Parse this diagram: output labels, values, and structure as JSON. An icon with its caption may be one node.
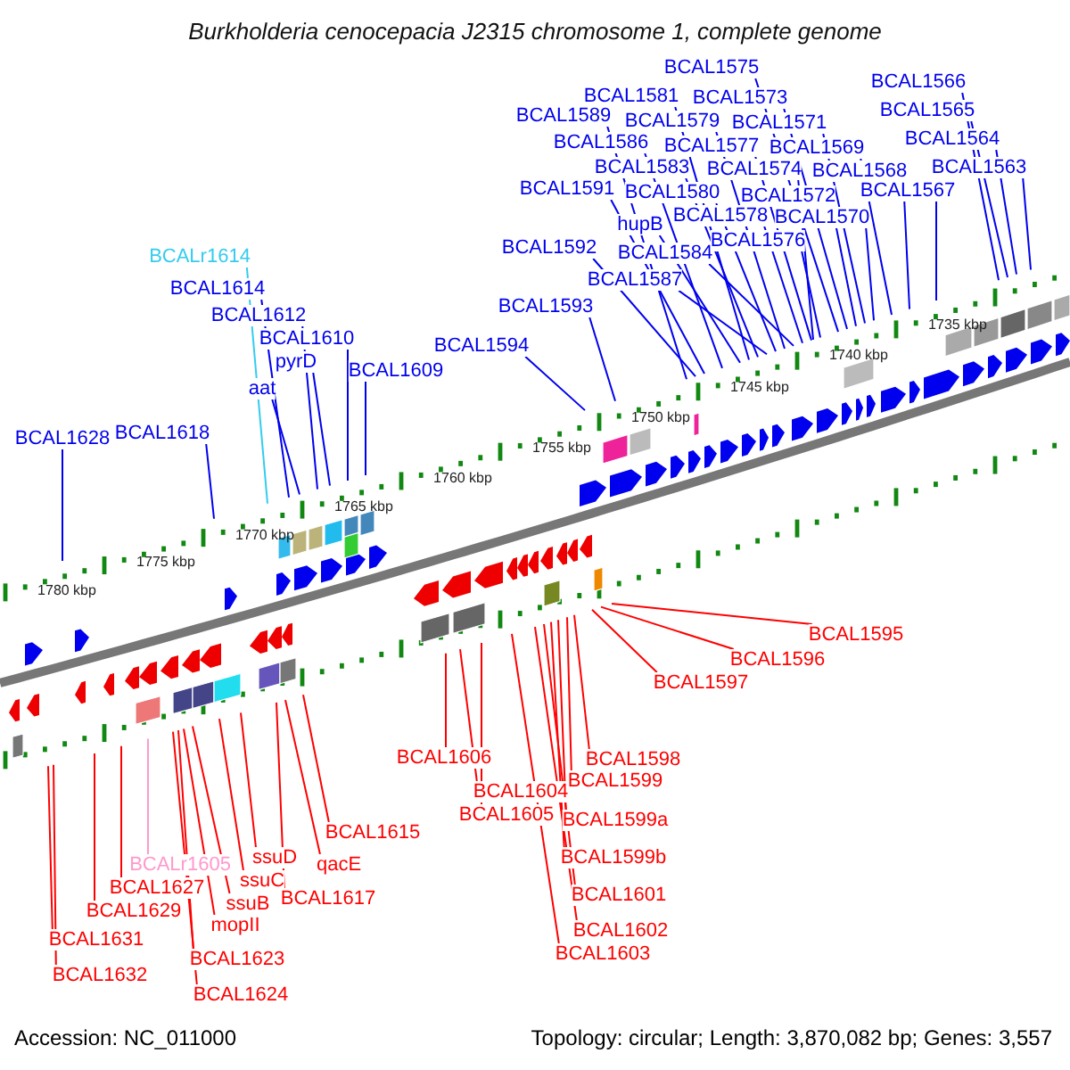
{
  "diagram": {
    "title": "Burkholderia cenocepacia J2315 chromosome 1, complete genome",
    "nodes": [
      {
        "text": [
          "BCAL1575"
        ]
      },
      {
        "text": [
          "BCAL1566"
        ]
      },
      {
        "text": [
          "BCAL1581"
        ]
      },
      {
        "text": [
          "BCAL1573"
        ]
      },
      {
        "text": [
          "BCAL1589"
        ]
      },
      {
        "text": [
          "BCAL1579"
        ]
      },
      {
        "text": [
          "BCAL1571"
        ]
      },
      {
        "text": [
          "BCAL1565"
        ]
      },
      {
        "text": [
          "BCAL1586"
        ]
      },
      {
        "text": [
          "BCAL1577"
        ]
      },
      {
        "text": [
          "BCAL1569"
        ]
      },
      {
        "text": [
          "BCAL1564"
        ]
      },
      {
        "text": [
          "BCAL1583"
        ]
      },
      {
        "text": [
          "BCAL1574"
        ]
      },
      {
        "text": [
          "BCAL1568"
        ]
      },
      {
        "text": [
          "BCAL1563"
        ]
      },
      {
        "text": [
          "BCAL1591"
        ]
      },
      {
        "text": [
          "BCAL1580"
        ]
      },
      {
        "text": [
          "BCAL1572"
        ]
      },
      {
        "text": [
          "BCAL1567"
        ]
      },
      {
        "text": [
          "hupB"
        ]
      },
      {
        "text": [
          "BCAL1578"
        ]
      },
      {
        "text": [
          "BCAL1570"
        ]
      },
      {
        "text": [
          "BCAL1592"
        ]
      },
      {
        "text": [
          "BCAL1584"
        ]
      },
      {
        "text": [
          "BCAL1576"
        ]
      },
      {
        "text": [
          "BCAL1587"
        ]
      },
      {
        "text": [
          "BCAL1593"
        ]
      },
      {
        "text": [
          "BCAL1594"
        ]
      },
      {
        "text": [
          "BCALr1614"
        ]
      },
      {
        "text": [
          "BCAL1614"
        ]
      },
      {
        "text": [
          "BCAL1612"
        ]
      },
      {
        "text": [
          "BCAL1610"
        ]
      },
      {
        "text": [
          "pyrD"
        ]
      },
      {
        "text": [
          "BCAL1609"
        ]
      },
      {
        "text": [
          "aat"
        ]
      },
      {
        "text": [
          "BCAL1628"
        ]
      },
      {
        "text": [
          "BCAL1618"
        ]
      },
      {
        "text": [
          "BCAL1595"
        ]
      },
      {
        "text": [
          "BCAL1596"
        ]
      },
      {
        "text": [
          "BCAL1597"
        ]
      },
      {
        "text": [
          "BCAL1606"
        ]
      },
      {
        "text": [
          "BCAL1598"
        ]
      },
      {
        "text": [
          "BCAL1599"
        ]
      },
      {
        "text": [
          "BCAL1604"
        ]
      },
      {
        "text": [
          "BCAL1605"
        ]
      },
      {
        "text": [
          "BCAL1599a"
        ]
      },
      {
        "text": [
          "BCAL1615"
        ]
      },
      {
        "text": [
          "BCAL1599b"
        ]
      },
      {
        "text": [
          "ssuD"
        ]
      },
      {
        "text": [
          "qacE"
        ]
      },
      {
        "text": [
          "BCALr1605"
        ]
      },
      {
        "text": [
          "BCAL1627"
        ]
      },
      {
        "text": [
          "ssuC"
        ]
      },
      {
        "text": [
          "BCAL1601"
        ]
      },
      {
        "text": [
          "BCAL1617"
        ]
      },
      {
        "text": [
          "BCAL1629"
        ]
      },
      {
        "text": [
          "ssuB"
        ]
      },
      {
        "text": [
          "mopII"
        ]
      },
      {
        "text": [
          "BCAL1602"
        ]
      },
      {
        "text": [
          "BCAL1631"
        ]
      },
      {
        "text": [
          "BCAL1603"
        ]
      },
      {
        "text": [
          "BCAL1623"
        ]
      },
      {
        "text": [
          "BCAL1632"
        ]
      },
      {
        "text": [
          "BCAL1624"
        ]
      }
    ],
    "edges": [
      {
        "from": 0,
        "to": null,
        "arrow": "none"
      },
      {
        "from": 1,
        "to": null,
        "arrow": "none"
      },
      {
        "from": 2,
        "to": null,
        "arrow": "none"
      },
      {
        "from": 3,
        "to": null,
        "arrow": "none"
      },
      {
        "from": 4,
        "to": null,
        "arrow": "none"
      },
      {
        "from": 5,
        "to": null,
        "arrow": "none"
      },
      {
        "from": 6,
        "to": null,
        "arrow": "none"
      },
      {
        "from": 7,
        "to": null,
        "arrow": "none"
      },
      {
        "from": 8,
        "to": null,
        "arrow": "none"
      },
      {
        "from": 9,
        "to": null,
        "arrow": "none"
      },
      {
        "from": 10,
        "to": null,
        "arrow": "none"
      },
      {
        "from": 11,
        "to": null,
        "arrow": "none"
      },
      {
        "from": 12,
        "to": null,
        "arrow": "none"
      },
      {
        "from": 13,
        "to": null,
        "arrow": "none"
      },
      {
        "from": 14,
        "to": null,
        "arrow": "none"
      },
      {
        "from": 15,
        "to": null,
        "arrow": "none"
      },
      {
        "from": 16,
        "to": null,
        "arrow": "none"
      },
      {
        "from": 17,
        "to": null,
        "arrow": "none"
      },
      {
        "from": 18,
        "to": null,
        "arrow": "none"
      },
      {
        "from": 19,
        "to": null,
        "arrow": "none"
      },
      {
        "from": 20,
        "to": null,
        "arrow": "none"
      },
      {
        "from": 21,
        "to": null,
        "arrow": "none"
      },
      {
        "from": 22,
        "to": null,
        "arrow": "none"
      },
      {
        "from": 23,
        "to": null,
        "arrow": "none"
      },
      {
        "from": 24,
        "to": null,
        "arrow": "none"
      },
      {
        "from": 25,
        "to": null,
        "arrow": "none"
      },
      {
        "from": 26,
        "to": null,
        "arrow": "none"
      },
      {
        "from": 27,
        "to": null,
        "arrow": "none"
      },
      {
        "from": 28,
        "to": null,
        "arrow": "none"
      },
      {
        "from": 29,
        "to": null,
        "arrow": "none",
        "color": "#33ccee"
      },
      {
        "from": 30,
        "to": null,
        "arrow": "none"
      },
      {
        "from": 31,
        "to": null,
        "arrow": "none"
      },
      {
        "from": 32,
        "to": null,
        "arrow": "none"
      },
      {
        "from": 33,
        "to": null,
        "arrow": "none"
      },
      {
        "from": 34,
        "to": null,
        "arrow": "none"
      },
      {
        "from": 35,
        "to": null,
        "arrow": "none"
      },
      {
        "from": 36,
        "to": null,
        "arrow": "none"
      },
      {
        "from": 37,
        "to": null,
        "arrow": "none"
      },
      {
        "from": 38,
        "to": null,
        "arrow": "none",
        "color": "#ff0000"
      },
      {
        "from": 39,
        "to": null,
        "arrow": "none",
        "color": "#ff0000"
      },
      {
        "from": 40,
        "to": null,
        "arrow": "none",
        "color": "#ff0000"
      },
      {
        "from": 41,
        "to": null,
        "arrow": "none",
        "color": "#ff0000"
      },
      {
        "from": 42,
        "to": null,
        "arrow": "none",
        "color": "#ff0000"
      },
      {
        "from": 43,
        "to": null,
        "arrow": "none",
        "color": "#ff0000"
      },
      {
        "from": 44,
        "to": null,
        "arrow": "none",
        "color": "#ff0000"
      },
      {
        "from": 45,
        "to": null,
        "arrow": "none",
        "color": "#ff0000"
      },
      {
        "from": 46,
        "to": null,
        "arrow": "none",
        "color": "#ff0000"
      },
      {
        "from": 47,
        "to": null,
        "arrow": "none",
        "color": "#ff0000"
      },
      {
        "from": 48,
        "to": null,
        "arrow": "none",
        "color": "#ff0000"
      },
      {
        "from": 49,
        "to": null,
        "arrow": "none",
        "color": "#ff0000"
      },
      {
        "from": 50,
        "to": null,
        "arrow": "none",
        "color": "#ff0000"
      },
      {
        "from": 51,
        "to": null,
        "arrow": "none",
        "color": "#ff99cc"
      },
      {
        "from": 52,
        "to": null,
        "arrow": "none",
        "color": "#ff0000"
      },
      {
        "from": 53,
        "to": null,
        "arrow": "none",
        "color": "#ff0000"
      },
      {
        "from": 54,
        "to": null,
        "arrow": "none",
        "color": "#ff0000"
      },
      {
        "from": 55,
        "to": null,
        "arrow": "none",
        "color": "#ff0000"
      },
      {
        "from": 56,
        "to": null,
        "arrow": "none",
        "color": "#ff0000"
      },
      {
        "from": 57,
        "to": null,
        "arrow": "none",
        "color": "#ff0000"
      },
      {
        "from": 58,
        "to": null,
        "arrow": "none",
        "color": "#ff0000"
      },
      {
        "from": 59,
        "to": null,
        "arrow": "none",
        "color": "#ff0000"
      },
      {
        "from": 60,
        "to": null,
        "arrow": "none",
        "color": "#ff0000"
      },
      {
        "from": 61,
        "to": null,
        "arrow": "none",
        "color": "#ff0000"
      },
      {
        "from": 62,
        "to": null,
        "arrow": "none",
        "color": "#ff0000"
      },
      {
        "from": 63,
        "to": null,
        "arrow": "none",
        "color": "#ff0000"
      },
      {
        "from": 64,
        "to": null,
        "arrow": "none",
        "color": "#ff0000"
      }
    ],
    "labels": [
      "1780 kbp",
      "1775 kbp",
      "1770 kbp",
      "1765 kbp",
      "1760 kbp",
      "1755 kbp",
      "1750 kbp",
      "1745 kbp",
      "1740 kbp",
      "1735 kbp",
      "Accession: NC_011000",
      "Topology: circular; Length: 3,870,082 bp; Genes: 3,557"
    ]
  }
}
